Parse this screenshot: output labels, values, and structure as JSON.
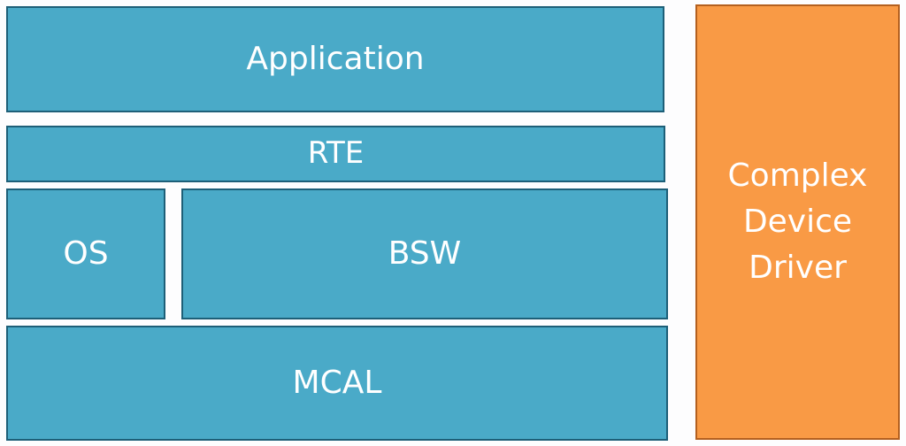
{
  "colors": {
    "layer_fill": "#4aaac8",
    "layer_border": "#1d5f78",
    "cdd_fill": "#f99a45",
    "cdd_border": "#b4601f"
  },
  "layers": {
    "application": "Application",
    "rte": "RTE",
    "os": "OS",
    "bsw": "BSW",
    "mcal": "MCAL",
    "cdd": [
      "Complex",
      "Device",
      "Driver"
    ]
  }
}
